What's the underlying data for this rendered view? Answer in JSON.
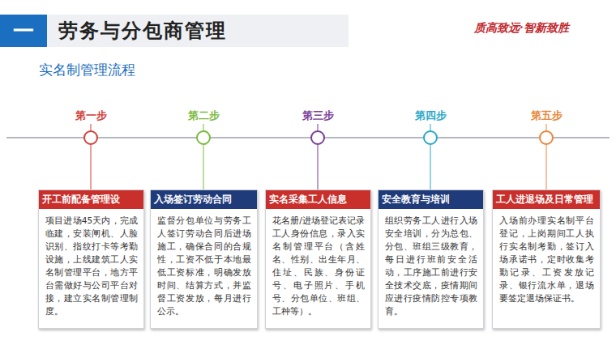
{
  "diagram": {
    "title": "劳务与分包商管理",
    "nodes": [
      {
        "text": [
          "开工前配备管理设",
          "项目进场45天内，完成临建，安装闸机、人脸识别、指纹打卡等考勤设施，上线建筑工人实名制管理平台，地方平台需做好与公司平台对接，建立实名制管理制度。"
        ]
      },
      {
        "text": [
          "入场签订劳动合同",
          "监督分包单位与劳务工人签订劳动合同后进场施工，确保合同的合规性，工资不低于本地最低工资标准，明确发放时间、结算方式，并监督工资发放，每月进行公示。"
        ]
      },
      {
        "text": [
          "实名采集工人信息",
          "花名册/进场登记表记录工人身份信息，录入实名制管理平台（含姓名、性别、出生年月、住址、民族、身份证号、电子照片、手机号、分包单位、班组、工种等）。"
        ]
      },
      {
        "text": [
          "安全教育与培训",
          "组织劳务工人进行入场安全培训，分为总包、分包、班组三级教育，每日进行班前安全活动，工序施工前进行安全技术交底，疫情期间应进行疫情防控专项教育。"
        ]
      },
      {
        "text": [
          "工人进退场及日常管理",
          "入场前办理实名制平台登记，上岗期间工人执行实名制考勤，签订入场承诺书，定时收集考勤记录、工资发放记录、银行流水单，退场要签定退场保证书。"
        ]
      }
    ],
    "labels": [
      "一",
      "质高致远·智新致胜",
      "实名制管理流程",
      "第一步",
      "第二步",
      "第三步",
      "第四步",
      "第五步"
    ]
  }
}
